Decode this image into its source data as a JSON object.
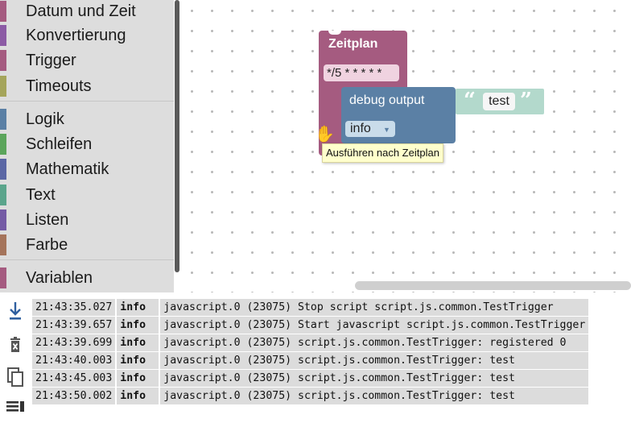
{
  "toolbox": {
    "categories": [
      {
        "label": "Datum und Zeit",
        "color": "#a55b80"
      },
      {
        "label": "Konvertierung",
        "color": "#8c5ba5"
      },
      {
        "label": "Trigger",
        "color": "#a55b80"
      },
      {
        "label": "Timeouts",
        "color": "#a5a55b"
      },
      {
        "label": "Logik",
        "color": "#5b80a5"
      },
      {
        "label": "Schleifen",
        "color": "#5ba55b"
      },
      {
        "label": "Mathematik",
        "color": "#5b67a5"
      },
      {
        "label": "Text",
        "color": "#5ba58c"
      },
      {
        "label": "Listen",
        "color": "#745ba5"
      },
      {
        "label": "Farbe",
        "color": "#a5745b"
      },
      {
        "label": "Variablen",
        "color": "#a55b80"
      }
    ]
  },
  "workspace": {
    "zeitplan_block": {
      "title": "Zeitplan",
      "cron": "*/5 * * * * *",
      "color": "#a55b80"
    },
    "debug_block": {
      "title": "debug output",
      "level": "info",
      "color": "#5b80a5"
    },
    "text_block": {
      "open_quote": "“",
      "value": "test",
      "close_quote": "”",
      "color": "#b3d9cc"
    },
    "tooltip": "Ausführen nach Zeitplan"
  },
  "log_toolbar": {
    "icons": [
      "scroll-to-bottom-icon",
      "clear-log-icon",
      "copy-icon",
      "wrap-lines-icon"
    ]
  },
  "log": {
    "rows": [
      {
        "time": "21:43:35.027",
        "severity": "info",
        "message": "javascript.0 (23075) Stop script script.js.common.TestTrigger"
      },
      {
        "time": "21:43:39.657",
        "severity": "info",
        "message": "javascript.0 (23075) Start javascript script.js.common.TestTrigger"
      },
      {
        "time": "21:43:39.699",
        "severity": "info",
        "message": "javascript.0 (23075) script.js.common.TestTrigger: registered 0"
      },
      {
        "time": "21:43:40.003",
        "severity": "info",
        "message": "javascript.0 (23075) script.js.common.TestTrigger: test"
      },
      {
        "time": "21:43:45.003",
        "severity": "info",
        "message": "javascript.0 (23075) script.js.common.TestTrigger: test"
      },
      {
        "time": "21:43:50.002",
        "severity": "info",
        "message": "javascript.0 (23075) script.js.common.TestTrigger: test"
      }
    ]
  }
}
